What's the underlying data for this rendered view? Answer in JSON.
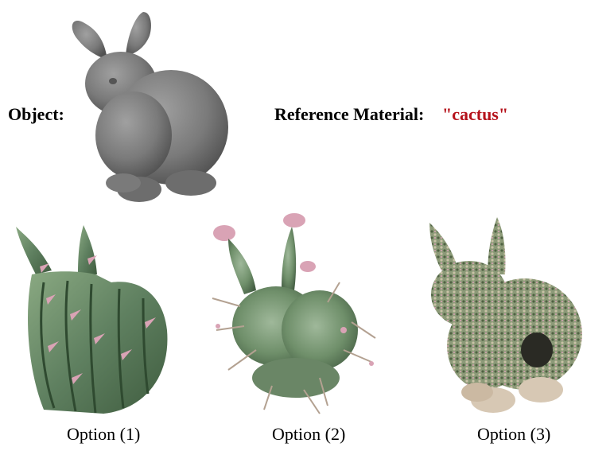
{
  "header": {
    "object_label": "Object:",
    "reference_label": "Reference Material:",
    "reference_value": "\"cactus\"",
    "reference_value_color": "#b5121b"
  },
  "object": {
    "icon": "gray-bunny-model-icon",
    "color": "#7a7a7a"
  },
  "options": [
    {
      "caption": "Option (1)",
      "icon": "cactus-bunny-option-1-icon"
    },
    {
      "caption": "Option (2)",
      "icon": "cactus-bunny-option-2-icon"
    },
    {
      "caption": "Option (3)",
      "icon": "cactus-bunny-option-3-icon"
    }
  ],
  "colors": {
    "cactus_green": "#6f8f6a",
    "cactus_dark": "#3f5c3f",
    "spine_pink": "#d9a3b5"
  }
}
